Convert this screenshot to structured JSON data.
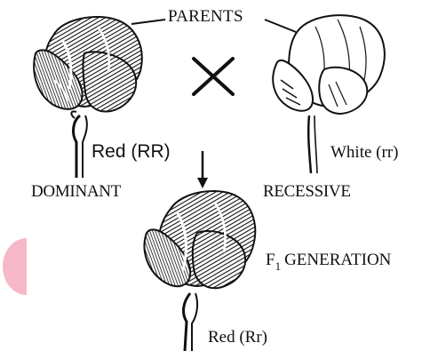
{
  "labels": {
    "parents": "PARENTS",
    "red_parent": "Red (RR)",
    "white_parent": "White (rr)",
    "dominant": "DOMINANT",
    "recessive": "RECESSIVE",
    "f1_prefix": "F",
    "f1_subscript": "1",
    "f1_suffix": "GENERATION",
    "offspring": "Red (Rr)"
  },
  "symbols": {
    "cross": "cross-sign-icon",
    "arrow": "down-arrow-icon"
  },
  "colors": {
    "ink": "#111111",
    "red_flower_shading": "#222222",
    "white_flower_fill": "#ffffff",
    "watermark_pink": "#f6b8c8"
  }
}
